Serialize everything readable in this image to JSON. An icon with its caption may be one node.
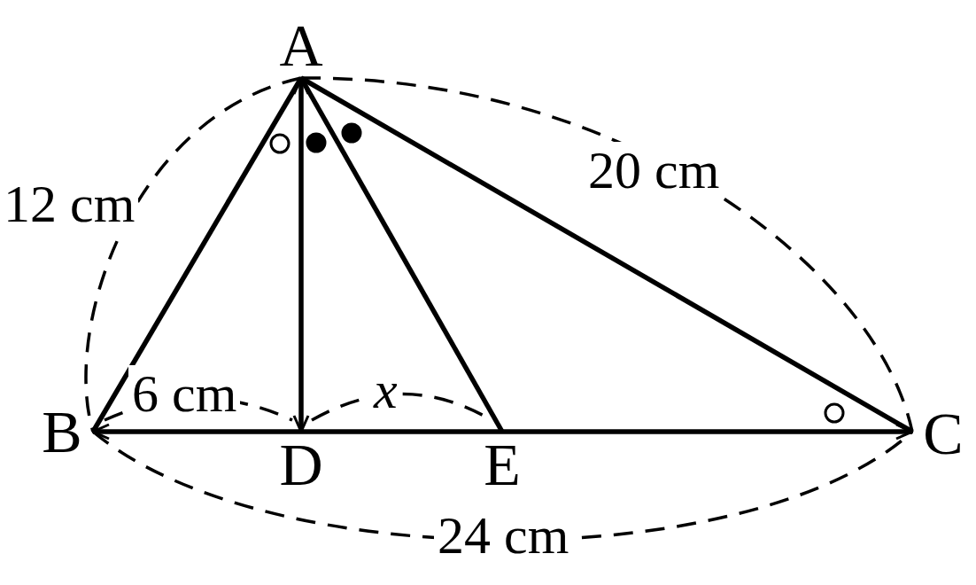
{
  "diagram": {
    "nodes": [
      {
        "text": [
          "A"
        ]
      },
      {
        "text": [
          "B"
        ]
      },
      {
        "text": [
          "D"
        ]
      },
      {
        "text": [
          "E"
        ]
      },
      {
        "text": [
          "C"
        ]
      }
    ],
    "edges": [
      {
        "from": 0,
        "to": 1,
        "arrow": "none"
      },
      {
        "from": 0,
        "to": 2,
        "arrow": "both"
      },
      {
        "from": 0,
        "to": 3,
        "arrow": "none"
      },
      {
        "from": 0,
        "to": 4,
        "arrow": "none"
      },
      {
        "from": 2,
        "to": 1,
        "arrow": "to"
      },
      {
        "from": 2,
        "to": 3,
        "arrow": "none"
      },
      {
        "from": 3,
        "to": 4,
        "arrow": "to"
      }
    ],
    "labels": [
      "20 cm",
      "12 cm",
      "6 cm",
      "x",
      "24 cm"
    ]
  }
}
